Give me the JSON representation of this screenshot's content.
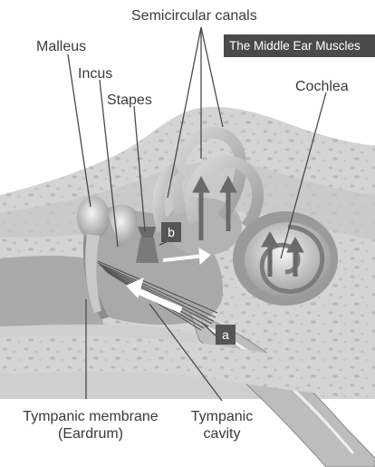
{
  "title": "The Middle Ear Muscles",
  "labels": {
    "semicircular": "Semicircular canals",
    "malleus": "Malleus",
    "incus": "Incus",
    "stapes": "Stapes",
    "cochlea": "Cochlea",
    "tympanic_membrane_line1": "Tympanic membrane",
    "tympanic_membrane_line2": "(Eardrum)",
    "tympanic_cavity_line1": "Tympanic",
    "tympanic_cavity_line2": "cavity"
  },
  "markers": {
    "a": "a",
    "b": "b"
  },
  "colors": {
    "bone": "#cfcfcf",
    "tissue": "#b8b8b8",
    "dark": "#5a5a5a",
    "banner": "#4a4a4a"
  }
}
